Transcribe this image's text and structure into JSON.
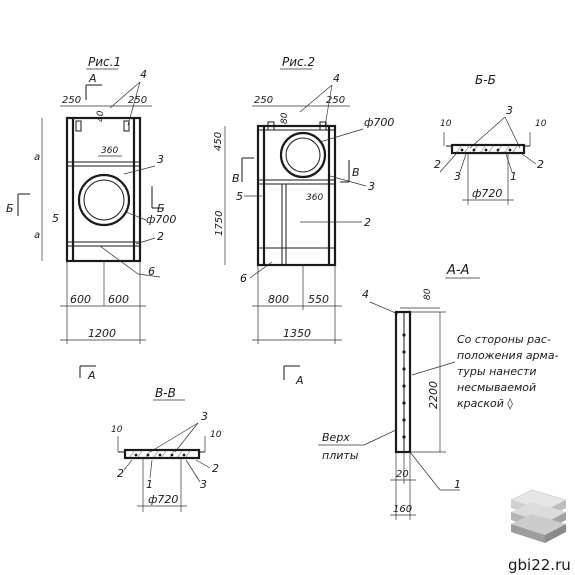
{
  "watermark": {
    "text": "gbi22.ru",
    "logo_icon": "stacked-slabs-icon"
  },
  "figures": {
    "fig1": {
      "title": "Рис.1",
      "dims": [
        "250",
        "250",
        "40",
        "360",
        "a",
        "5",
        "600",
        "600",
        "1200"
      ],
      "labels": [
        "4",
        "3",
        "5",
        "2",
        "6",
        "ф700"
      ],
      "section_marks": [
        "А",
        "А",
        "Б",
        "Б"
      ]
    },
    "fig2": {
      "title": "Рис.2",
      "dims": [
        "250",
        "250",
        "80",
        "450",
        "1750",
        "360",
        "800",
        "550",
        "1350"
      ],
      "labels": [
        "4",
        "3",
        "5",
        "2",
        "6",
        "ф700"
      ],
      "section_marks": [
        "В",
        "В",
        "А"
      ]
    },
    "sec_bb": {
      "title": "Б-Б",
      "dims": [
        "10",
        "10",
        "ф720"
      ],
      "labels": [
        "3",
        "2",
        "3",
        "1",
        "2"
      ]
    },
    "sec_vv": {
      "title": "В-В",
      "dims": [
        "10",
        "10",
        "ф720"
      ],
      "labels": [
        "3",
        "2",
        "1",
        "2",
        "3"
      ]
    },
    "sec_aa": {
      "title": "А-А",
      "dims": [
        "4",
        "80",
        "2200",
        "20",
        "160"
      ],
      "labels": [
        "1"
      ],
      "note_lines": [
        "Со стороны рас-",
        "положения арма-",
        "туры нанести",
        "несмываемой",
        "краской ◊"
      ],
      "top_label_lines": [
        "Верх",
        "плиты"
      ]
    }
  }
}
